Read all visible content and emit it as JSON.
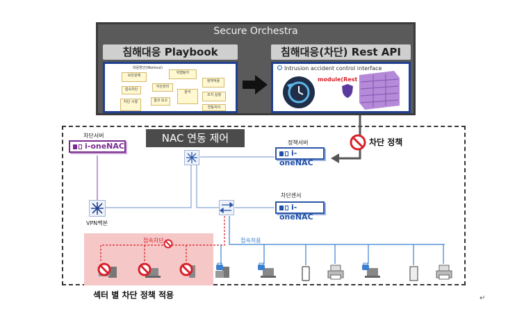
{
  "orchestra": {
    "title": "Secure Orchestra",
    "playbook_title": "침해대응 Playbook",
    "playbook_header": "대응방안(Workout)",
    "playbook_steps": [
      "보안관제",
      "위협탐지",
      "접속차단",
      "자산관리",
      "정책적용",
      "분석",
      "조치 실행",
      "차단 시행",
      "결과 보고",
      "연동처리"
    ],
    "api_title": "침해대응(차단) Rest API",
    "api_bullet": "Intrusion accident control interface",
    "api_module": "module(Rest API)"
  },
  "network": {
    "nac_link_label": "NAC 연동 제어",
    "block_policy_label": "차단 정책",
    "block_server_label": "차단서버",
    "policy_server_label": "정책서버",
    "block_sensor_label": "차단센서",
    "vpn_label": "VPN백본",
    "nac_product": "i-oneNAC",
    "access_block_label": "접속차단",
    "access_allow_label": "접속허용",
    "caption": "섹터 별 차단 정책  적용"
  },
  "colors": {
    "block": "#d8202a",
    "allow": "#3a7fd0",
    "nac_blue": "#2a55a8",
    "nac_purple": "#7a2a8f",
    "panel_border": "#1f3f8f"
  },
  "icons": [
    "arrow-right-icon",
    "clock-refresh-icon",
    "firewall-icon",
    "shield-icon",
    "no-entry-icon",
    "switch-icon",
    "router-icon",
    "lock-icon",
    "desktop-icon",
    "laptop-icon",
    "mobile-icon",
    "printer-icon",
    "tower-icon"
  ]
}
